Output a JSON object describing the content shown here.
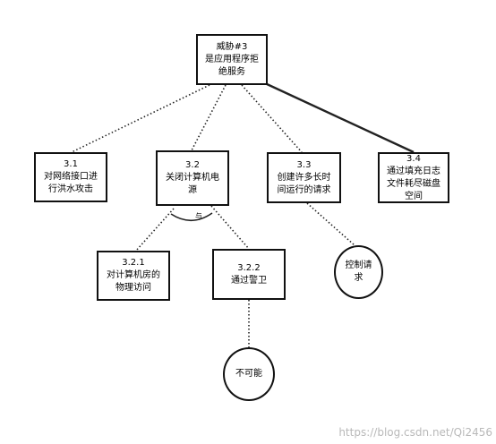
{
  "nodes": {
    "root": {
      "lines": [
        "威胁#3",
        "是应用程序拒",
        "绝服务"
      ]
    },
    "n3_1": {
      "lines": [
        "3.1",
        "对网络接口进",
        "行洪水攻击"
      ]
    },
    "n3_2": {
      "lines": [
        "3.2",
        "关闭计算机电",
        "源"
      ]
    },
    "n3_3": {
      "lines": [
        "3.3",
        "创建许多长时",
        "间运行的请求"
      ]
    },
    "n3_4": {
      "lines": [
        "3.4",
        "通过填充日志",
        "文件耗尽磁盘",
        "空间"
      ]
    },
    "n3_2_1": {
      "lines": [
        "3.2.1",
        "对计算机房的",
        "物理访问"
      ]
    },
    "n3_2_2": {
      "lines": [
        "3.2.2",
        "通过警卫"
      ]
    }
  },
  "circles": {
    "control_request": {
      "lines": [
        "控制请",
        "求"
      ]
    },
    "impossible": {
      "lines": [
        "不可能"
      ]
    }
  },
  "and_label": "与",
  "watermark": "https://blog.csdn.net/Qi2456"
}
